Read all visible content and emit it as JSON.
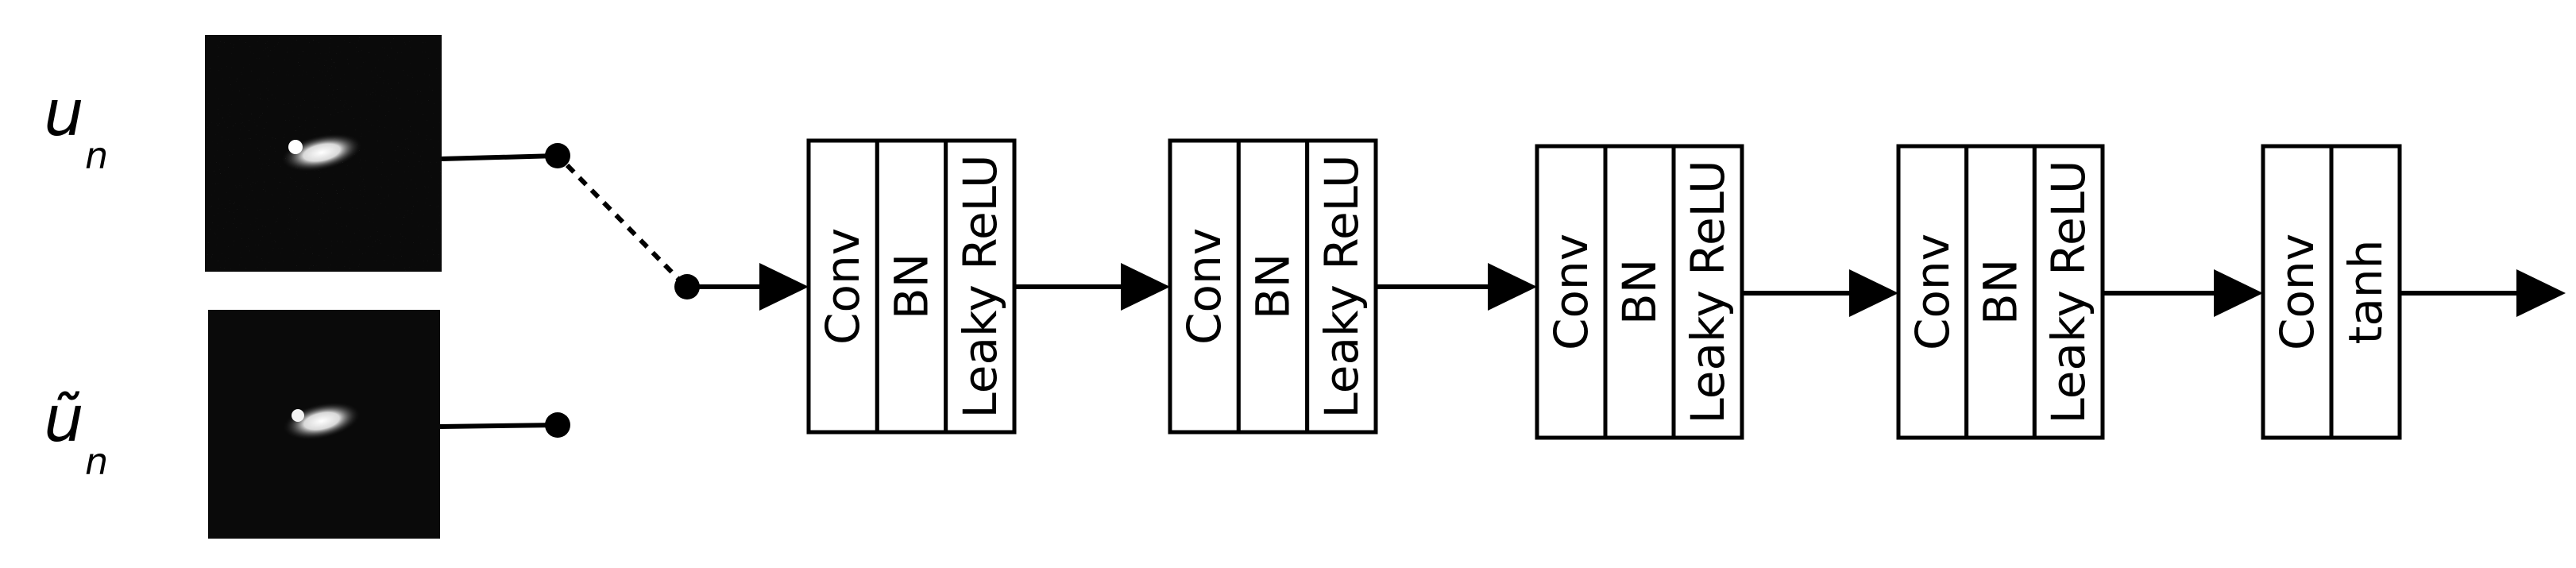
{
  "inputs": {
    "top_symbol": "u",
    "top_subscript": "n",
    "bottom_symbol": "ũ",
    "bottom_subscript": "n",
    "thumbnail_content": "noisy-object-image",
    "thumbnail_content_smooth": "denoised-object-image"
  },
  "blocks": [
    {
      "layers": [
        "Conv",
        "BN",
        "Leaky ReLU"
      ]
    },
    {
      "layers": [
        "Conv",
        "BN",
        "Leaky ReLU"
      ]
    },
    {
      "layers": [
        "Conv",
        "BN",
        "Leaky ReLU"
      ]
    },
    {
      "layers": [
        "Conv",
        "BN",
        "Leaky ReLU"
      ]
    },
    {
      "layers": [
        "Conv",
        "tanh"
      ]
    }
  ],
  "colors": {
    "stroke": "#000000",
    "thumbnail_bg": "#0a0a0a"
  }
}
